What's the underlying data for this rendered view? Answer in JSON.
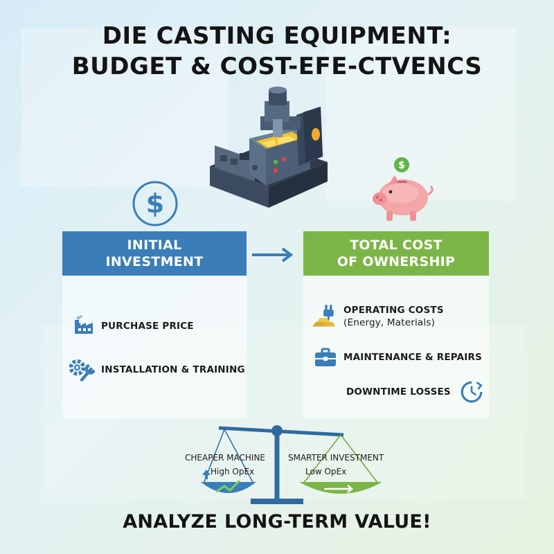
{
  "title": {
    "line1": "DIE CASTING EQUIPMENT:",
    "line2": "BUDGET & COST-EFE-CTVENCS"
  },
  "left_panel": {
    "header_line1": "INITIAL",
    "header_line2": "INVESTMENT",
    "color": "#3a7db8",
    "items": [
      {
        "label": "PURCHASE PRICE",
        "icon": "factory-icon"
      },
      {
        "label": "INSTALLATION & TRAINING",
        "icon": "gear-wrench-icon"
      }
    ]
  },
  "right_panel": {
    "header_line1": "TOTAL COST",
    "header_line2": "OF OWNERSHIP",
    "color": "#7cb547",
    "items": [
      {
        "label_line1": "OPERATING COSTS",
        "label_line2": "(Energy, Materials)",
        "icon": "plug-gold-icon"
      },
      {
        "label": "MAINTENANCE & REPAIRS",
        "icon": "toolbox-icon"
      },
      {
        "label": "DOWNTIME LOSSES",
        "icon": "clock-icon"
      }
    ]
  },
  "scale": {
    "left_label": "CHEAPER MACHINE",
    "left_sub": "High OpEx",
    "right_label": "SMARTER INVESTMENT",
    "right_sub": "Low OpEx"
  },
  "footer": "ANALYZE LONG-TERM VALUE!"
}
